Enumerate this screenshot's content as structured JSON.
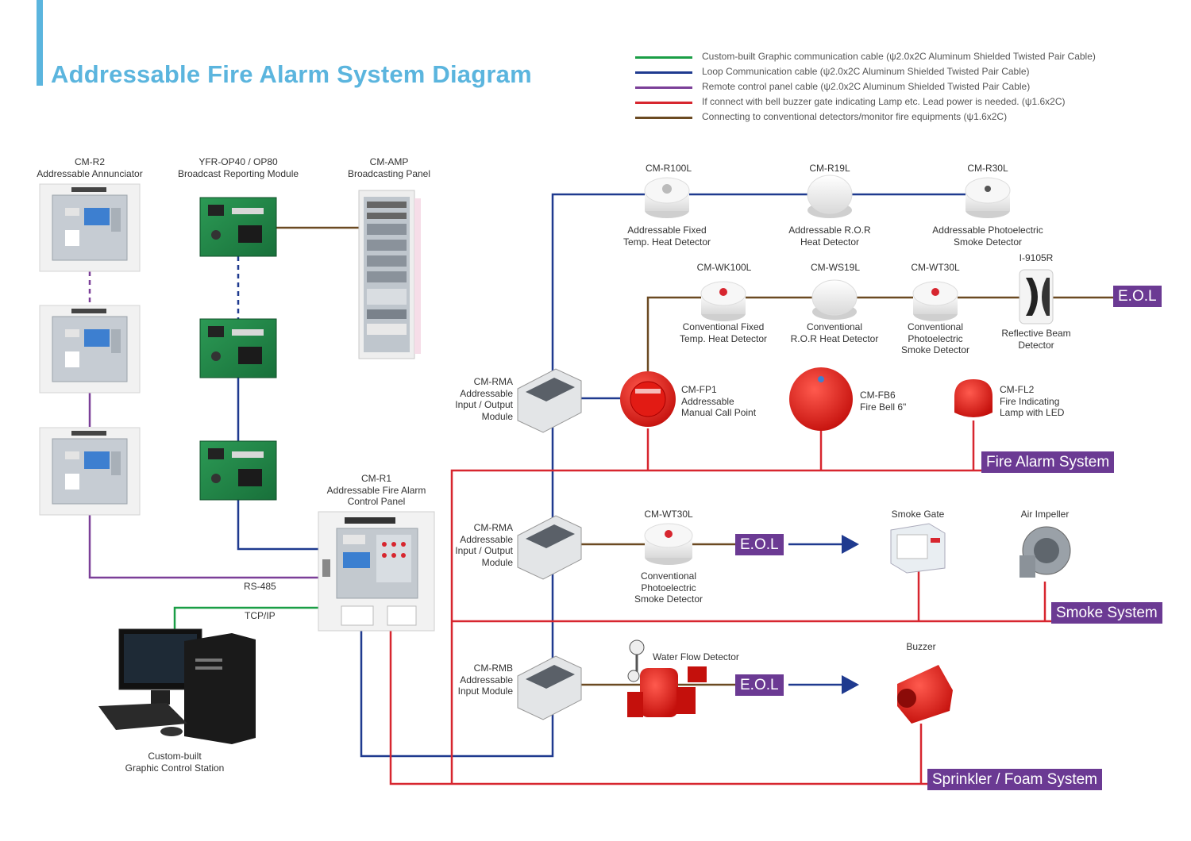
{
  "title": "Addressable Fire Alarm System Diagram",
  "colors": {
    "title": "#5bb5de",
    "tag_bg": "#6b3a93",
    "graphic_cable": "#1a9e46",
    "loop_cable": "#1f3a8f",
    "remote_cable": "#7b3f98",
    "power_cable": "#d7262f",
    "conventional_cable": "#6b4a22"
  },
  "legend": [
    {
      "color": "#1a9e46",
      "text": "Custom-built Graphic communication cable (ψ2.0x2C Aluminum Shielded Twisted Pair Cable)"
    },
    {
      "color": "#1f3a8f",
      "text": "Loop Communication cable (ψ2.0x2C Aluminum Shielded Twisted Pair Cable)"
    },
    {
      "color": "#7b3f98",
      "text": "Remote control panel cable (ψ2.0x2C Aluminum Shielded Twisted Pair Cable)"
    },
    {
      "color": "#d7262f",
      "text": "If connect with bell buzzer gate indicating Lamp etc. Lead power is needed. (ψ1.6x2C)"
    },
    {
      "color": "#6b4a22",
      "text": "Connecting to conventional detectors/monitor fire equipments (ψ1.6x2C)"
    }
  ],
  "labels": {
    "annunciator": {
      "model": "CM-R2",
      "name": "Addressable Annunciator"
    },
    "broadcast_module": {
      "model": "YFR-OP40 / OP80",
      "name": "Broadcast Reporting Module"
    },
    "amp": {
      "model": "CM-AMP",
      "name": "Broadcasting Panel"
    },
    "control_panel": {
      "model": "CM-R1",
      "line1": "Addressable Fire Alarm",
      "line2": "Control Panel"
    },
    "rs485": "RS-485",
    "tcpip": "TCP/IP",
    "station": {
      "line1": "Custom-built",
      "line2": "Graphic Control Station"
    },
    "r100l": {
      "model": "CM-R100L",
      "line1": "Addressable Fixed",
      "line2": "Temp. Heat Detector"
    },
    "r19l": {
      "model": "CM-R19L",
      "line1": "Addressable R.O.R",
      "line2": "Heat Detector"
    },
    "r30l": {
      "model": "CM-R30L",
      "line1": "Addressable Photoelectric",
      "line2": "Smoke Detector"
    },
    "wk100l": {
      "model": "CM-WK100L",
      "line1": "Conventional Fixed",
      "line2": "Temp. Heat Detector"
    },
    "ws19l": {
      "model": "CM-WS19L",
      "line1": "Conventional",
      "line2": "R.O.R Heat Detector"
    },
    "wt30l": {
      "model": "CM-WT30L",
      "line1": "Conventional",
      "line2": "Photoelectric",
      "line3": "Smoke Detector"
    },
    "beam": {
      "model": "I-9105R",
      "line1": "Reflective Beam",
      "line2": "Detector"
    },
    "rma1": {
      "model": "CM-RMA",
      "line1": "Addressable",
      "line2": "Input / Output",
      "line3": "Module"
    },
    "rma2": {
      "model": "CM-RMA",
      "line1": "Addressable",
      "line2": "Input / Output",
      "line3": "Module"
    },
    "rmb": {
      "model": "CM-RMB",
      "line1": "Addressable",
      "line2": "Input Module"
    },
    "fp1": {
      "model": "CM-FP1",
      "line1": "Addressable",
      "line2": "Manual Call Point"
    },
    "fb6": {
      "model": "CM-FB6",
      "line1": "Fire Bell 6\""
    },
    "fl2": {
      "model": "CM-FL2",
      "line1": "Fire Indicating",
      "line2": "Lamp with LED"
    },
    "wt30l_smoke": {
      "model": "CM-WT30L",
      "line1": "Conventional",
      "line2": "Photoelectric",
      "line3": "Smoke Detector"
    },
    "smoke_gate": "Smoke Gate",
    "air_impeller": "Air Impeller",
    "water_flow": "Water Flow Detector",
    "buzzer": "Buzzer"
  },
  "tags": {
    "eol1": "E.O.L",
    "eol2": "E.O.L",
    "eol3": "E.O.L",
    "fire_alarm": "Fire Alarm System",
    "smoke": "Smoke System",
    "sprinkler": "Sprinkler / Foam System"
  }
}
